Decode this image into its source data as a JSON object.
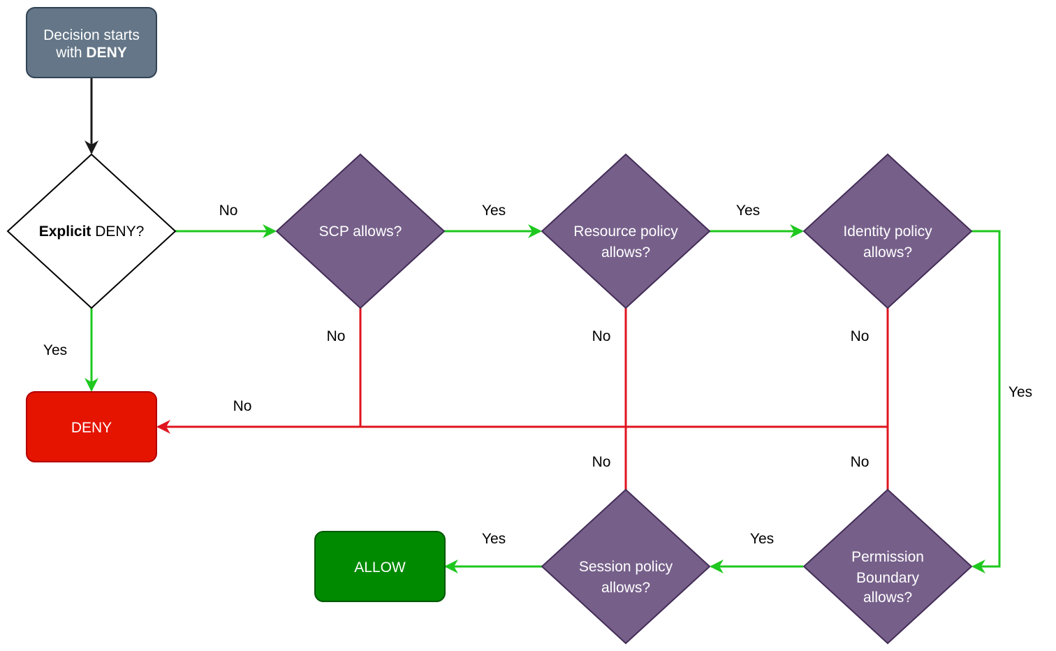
{
  "colors": {
    "start_fill": "#647687",
    "start_stroke": "#314354",
    "decision_fill": "#76608a",
    "decision_stroke": "#432d57",
    "deny_fill": "#e51400",
    "deny_stroke": "#b20000",
    "allow_fill": "#008a00",
    "allow_stroke": "#005700",
    "yes_edge": "#1ec81e",
    "no_edge": "#e0141e",
    "entry_edge": "#1a1a1a"
  },
  "nodes": {
    "start": {
      "line1": "Decision starts",
      "line2_prefix": "with ",
      "line2_bold": "DENY"
    },
    "explicit_deny": {
      "bold": "Explicit",
      "rest": " DENY?"
    },
    "scp": {
      "line1": "SCP allows?"
    },
    "resource": {
      "line1": "Resource policy",
      "line2": "allows?"
    },
    "identity": {
      "line1": "Identity policy",
      "line2": "allows?"
    },
    "session": {
      "line1": "Session policy",
      "line2": "allows?"
    },
    "boundary": {
      "line1": "Permission",
      "line2": "Boundary",
      "line3": "allows?"
    },
    "deny": {
      "label": "DENY"
    },
    "allow": {
      "label": "ALLOW"
    }
  },
  "edges": {
    "explicit_no": "No",
    "scp_yes": "Yes",
    "resource_yes": "Yes",
    "explicit_yes": "Yes",
    "scp_no": "No",
    "resource_no": "No",
    "identity_no": "No",
    "identity_yes": "Yes",
    "deny_no": "No",
    "session_no": "No",
    "boundary_no": "No",
    "session_yes": "Yes",
    "boundary_yes": "Yes"
  }
}
